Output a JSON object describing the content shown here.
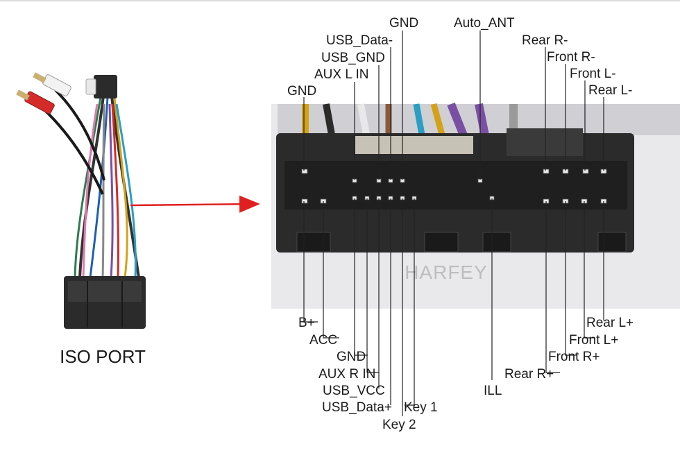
{
  "caption": "ISO PORT",
  "watermark": "HARFEY",
  "colors": {
    "arrow": "#e02020",
    "connector": "#2b2b2b",
    "wire_red": "#d42a2a",
    "wire_purple": "#7a4fa3"
  },
  "top_labels": [
    {
      "id": "gnd-top-1",
      "text": "GND"
    },
    {
      "id": "aux-l-in",
      "text": "AUX L IN"
    },
    {
      "id": "usb-gnd",
      "text": "USB_GND"
    },
    {
      "id": "usb-data-minus",
      "text": "USB_Data-"
    },
    {
      "id": "gnd-top-2",
      "text": "GND"
    },
    {
      "id": "auto-ant",
      "text": "Auto_ANT"
    },
    {
      "id": "rear-r-minus",
      "text": "Rear R-"
    },
    {
      "id": "front-r-minus",
      "text": "Front R-"
    },
    {
      "id": "front-l-minus",
      "text": "Front L-"
    },
    {
      "id": "rear-l-minus",
      "text": "Rear L-"
    }
  ],
  "bottom_labels": [
    {
      "id": "b-plus",
      "text": "B+"
    },
    {
      "id": "acc",
      "text": "ACC"
    },
    {
      "id": "gnd-bottom",
      "text": "GND"
    },
    {
      "id": "aux-r-in",
      "text": "AUX R IN"
    },
    {
      "id": "usb-vcc",
      "text": "USB_VCC"
    },
    {
      "id": "usb-data-plus",
      "text": "USB_Data+"
    },
    {
      "id": "key-1",
      "text": "Key 1"
    },
    {
      "id": "key-2",
      "text": "Key 2"
    },
    {
      "id": "ill",
      "text": "ILL"
    },
    {
      "id": "rear-r-plus",
      "text": "Rear R+"
    },
    {
      "id": "front-r-plus",
      "text": "Front R+"
    },
    {
      "id": "front-l-plus",
      "text": "Front L+"
    },
    {
      "id": "rear-l-plus",
      "text": "Rear L+"
    }
  ]
}
